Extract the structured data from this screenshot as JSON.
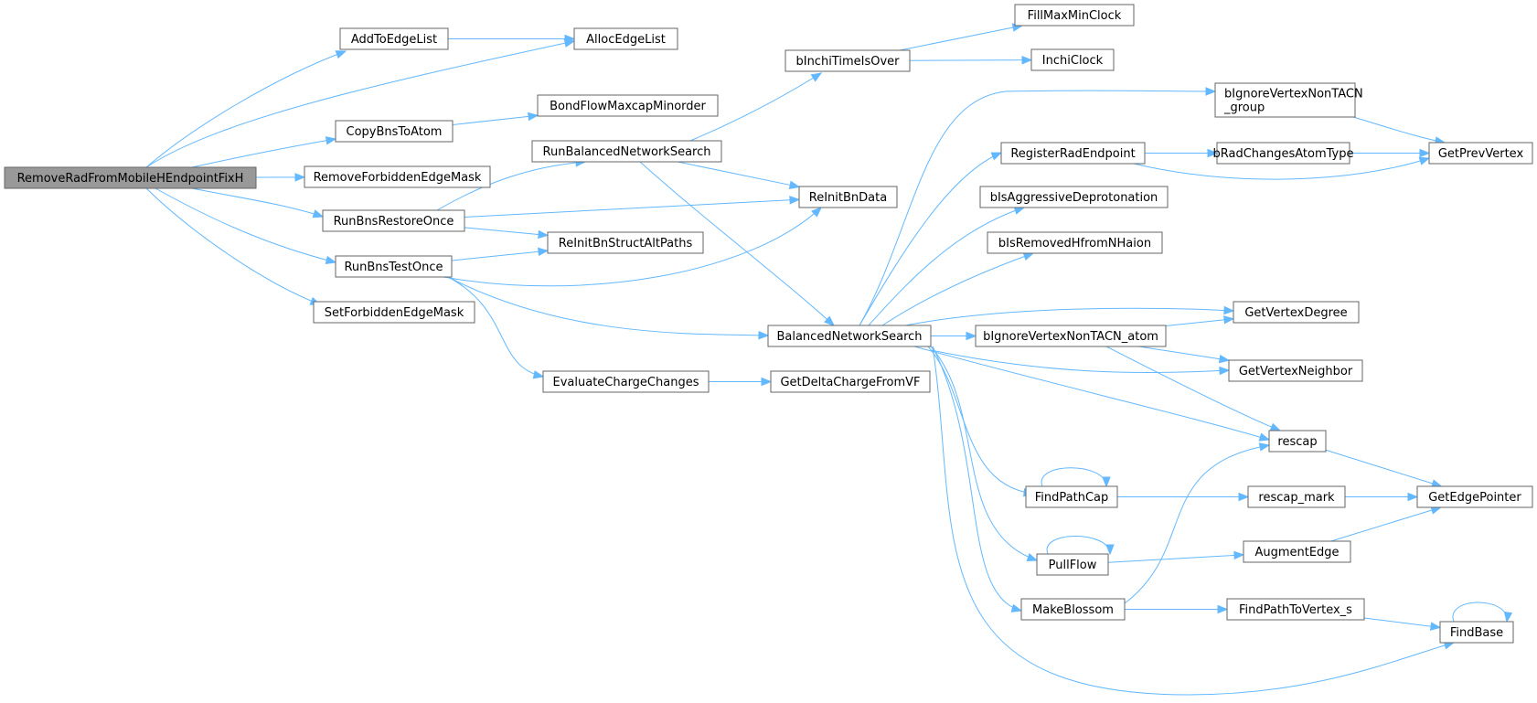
{
  "graph": {
    "nodes": [
      {
        "id": "root",
        "label": "RemoveRadFromMobileHEndpointFixH",
        "root": true
      },
      {
        "id": "addToEdgeList",
        "label": "AddToEdgeList"
      },
      {
        "id": "allocEdgeList",
        "label": "AllocEdgeList"
      },
      {
        "id": "copyBnsToAtom",
        "label": "CopyBnsToAtom"
      },
      {
        "id": "bondFlow",
        "label": "BondFlowMaxcapMinorder"
      },
      {
        "id": "removeForbidden",
        "label": "RemoveForbiddenEdgeMask"
      },
      {
        "id": "runBnsRestoreOnce",
        "label": "RunBnsRestoreOnce"
      },
      {
        "id": "reInitBnData",
        "label": "ReInitBnData"
      },
      {
        "id": "reInitAltPaths",
        "label": "ReInitBnStructAltPaths"
      },
      {
        "id": "runBnsTestOnce",
        "label": "RunBnsTestOnce"
      },
      {
        "id": "setForbidden",
        "label": "SetForbiddenEdgeMask"
      },
      {
        "id": "runBalanced",
        "label": "RunBalancedNetworkSearch"
      },
      {
        "id": "bInchiTime",
        "label": "bInchiTimeIsOver"
      },
      {
        "id": "fillMaxMin",
        "label": "FillMaxMinClock"
      },
      {
        "id": "inchiClock",
        "label": "InchiClock"
      },
      {
        "id": "balanced",
        "label": "BalancedNetworkSearch"
      },
      {
        "id": "evalCharge",
        "label": "EvaluateChargeChanges"
      },
      {
        "id": "getDelta",
        "label": "GetDeltaChargeFromVF"
      },
      {
        "id": "bIgnoreGroup",
        "label": "bIgnoreVertexNonTACN\n_group"
      },
      {
        "id": "registerRad",
        "label": "RegisterRadEndpoint"
      },
      {
        "id": "bRadChanges",
        "label": "bRadChangesAtomType"
      },
      {
        "id": "getPrevVertex",
        "label": "GetPrevVertex"
      },
      {
        "id": "bIsAggressive",
        "label": "bIsAggressiveDeprotonation"
      },
      {
        "id": "bIsRemovedH",
        "label": "bIsRemovedHfromNHaion"
      },
      {
        "id": "bIgnoreAtom",
        "label": "bIgnoreVertexNonTACN_atom"
      },
      {
        "id": "getVertexDegree",
        "label": "GetVertexDegree"
      },
      {
        "id": "getVertexNeighbor",
        "label": "GetVertexNeighbor"
      },
      {
        "id": "rescap",
        "label": "rescap"
      },
      {
        "id": "findPathCap",
        "label": "FindPathCap"
      },
      {
        "id": "rescapMark",
        "label": "rescap_mark"
      },
      {
        "id": "getEdgePointer",
        "label": "GetEdgePointer"
      },
      {
        "id": "pullFlow",
        "label": "PullFlow"
      },
      {
        "id": "augmentEdge",
        "label": "AugmentEdge"
      },
      {
        "id": "makeBlossom",
        "label": "MakeBlossom"
      },
      {
        "id": "findPathToVertex",
        "label": "FindPathToVertex_s"
      },
      {
        "id": "findBase",
        "label": "FindBase"
      }
    ],
    "edges": [
      {
        "from": "root",
        "to": "addToEdgeList"
      },
      {
        "from": "root",
        "to": "allocEdgeList"
      },
      {
        "from": "root",
        "to": "copyBnsToAtom"
      },
      {
        "from": "root",
        "to": "removeForbidden"
      },
      {
        "from": "root",
        "to": "runBnsRestoreOnce"
      },
      {
        "from": "root",
        "to": "runBnsTestOnce"
      },
      {
        "from": "root",
        "to": "setForbidden"
      },
      {
        "from": "addToEdgeList",
        "to": "allocEdgeList"
      },
      {
        "from": "copyBnsToAtom",
        "to": "bondFlow"
      },
      {
        "from": "runBnsRestoreOnce",
        "to": "runBalanced"
      },
      {
        "from": "runBnsRestoreOnce",
        "to": "reInitBnData"
      },
      {
        "from": "runBnsRestoreOnce",
        "to": "reInitAltPaths"
      },
      {
        "from": "runBnsTestOnce",
        "to": "reInitAltPaths"
      },
      {
        "from": "runBnsTestOnce",
        "to": "reInitBnData"
      },
      {
        "from": "runBnsTestOnce",
        "to": "balanced"
      },
      {
        "from": "runBnsTestOnce",
        "to": "evalCharge"
      },
      {
        "from": "runBalanced",
        "to": "bInchiTime"
      },
      {
        "from": "runBalanced",
        "to": "reInitBnData"
      },
      {
        "from": "runBalanced",
        "to": "balanced"
      },
      {
        "from": "bInchiTime",
        "to": "fillMaxMin"
      },
      {
        "from": "bInchiTime",
        "to": "inchiClock"
      },
      {
        "from": "evalCharge",
        "to": "getDelta"
      },
      {
        "from": "balanced",
        "to": "bIgnoreGroup"
      },
      {
        "from": "balanced",
        "to": "registerRad"
      },
      {
        "from": "balanced",
        "to": "bIsAggressive"
      },
      {
        "from": "balanced",
        "to": "bIsRemovedH"
      },
      {
        "from": "balanced",
        "to": "getVertexDegree"
      },
      {
        "from": "balanced",
        "to": "bIgnoreAtom"
      },
      {
        "from": "balanced",
        "to": "getVertexNeighbor"
      },
      {
        "from": "balanced",
        "to": "rescap"
      },
      {
        "from": "balanced",
        "to": "findPathCap"
      },
      {
        "from": "balanced",
        "to": "pullFlow"
      },
      {
        "from": "balanced",
        "to": "makeBlossom"
      },
      {
        "from": "balanced",
        "to": "findBase"
      },
      {
        "from": "bIgnoreGroup",
        "to": "getPrevVertex"
      },
      {
        "from": "registerRad",
        "to": "bRadChanges"
      },
      {
        "from": "registerRad",
        "to": "getPrevVertex"
      },
      {
        "from": "bRadChanges",
        "to": "getPrevVertex"
      },
      {
        "from": "bIgnoreAtom",
        "to": "getVertexDegree"
      },
      {
        "from": "bIgnoreAtom",
        "to": "getVertexNeighbor"
      },
      {
        "from": "bIgnoreAtom",
        "to": "rescap"
      },
      {
        "from": "rescap",
        "to": "getEdgePointer"
      },
      {
        "from": "findPathCap",
        "to": "findPathCap"
      },
      {
        "from": "findPathCap",
        "to": "rescapMark"
      },
      {
        "from": "rescapMark",
        "to": "getEdgePointer"
      },
      {
        "from": "pullFlow",
        "to": "pullFlow"
      },
      {
        "from": "pullFlow",
        "to": "augmentEdge"
      },
      {
        "from": "augmentEdge",
        "to": "getEdgePointer"
      },
      {
        "from": "makeBlossom",
        "to": "rescap"
      },
      {
        "from": "makeBlossom",
        "to": "findPathToVertex"
      },
      {
        "from": "findPathToVertex",
        "to": "findBase"
      },
      {
        "from": "findBase",
        "to": "findBase"
      }
    ]
  },
  "colors": {
    "edge": "#63b8ff",
    "node_border": "#666666",
    "node_fill": "#ffffff",
    "root_fill": "#999999"
  }
}
